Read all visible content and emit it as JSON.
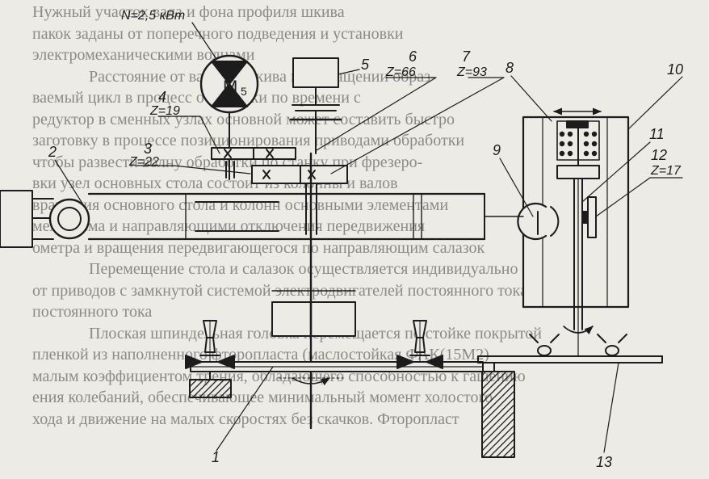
{
  "text_lines": [
    "Нужный участок вала и фона  профиля  шкива",
    "пакок заданы от поперечного подведения  и  установки",
    "электромеханическими волнами",
    "Расстояние от вала до шкива при вращении образ-",
    "ваемый цикл в процесс обработки по времени с",
    "редуктор в сменных узлах основной может составить быстро",
    "заготовку в процессе позиционирования приводами обработки",
    "чтобы развести волну обработки по станку при фрезеро-",
    "вки узел основных стола состоит из колонны и валов",
    "вращения основного стола и колонн основными элементами",
    "механизма и направляющими отключения передвижения",
    "ометра и вращения передвигающегося по направляющим салазок",
    "Перемещение стола и салазок осуществляется  индивидуально",
    "от приводов  с  замкнутой системой электродвигателей  постоянного тока",
    "постоянного тока",
    "Плоская шпиндельная  головка  перемещается  по  стойке  покрытой",
    "пленкой из наполненного фторопласта (маслостойкая ФАК(15М2)",
    "малым коэффициентом трения, обладающего способностью к гашению",
    "ения колебаний, обеспечивающее минимальный момент холостого",
    "хода и движение на малых скоростях без скачков. Фторопласт"
  ],
  "scheme": {
    "motor": {
      "power": "N=2,5 кВт",
      "name": "M",
      "index": "5"
    },
    "labels": {
      "l1": "1",
      "l2": "2",
      "l3": "3",
      "l4": "4",
      "l5": "5",
      "l6": "6",
      "l7": "7",
      "l8": "8",
      "l9": "9",
      "l10": "10",
      "l11": "11",
      "l12": "12",
      "l13": "13"
    },
    "teeth": {
      "z4": "Z=19",
      "z3": "Z=22",
      "z6": "Z=66",
      "z7": "Z=93",
      "z12": "Z=17"
    }
  }
}
